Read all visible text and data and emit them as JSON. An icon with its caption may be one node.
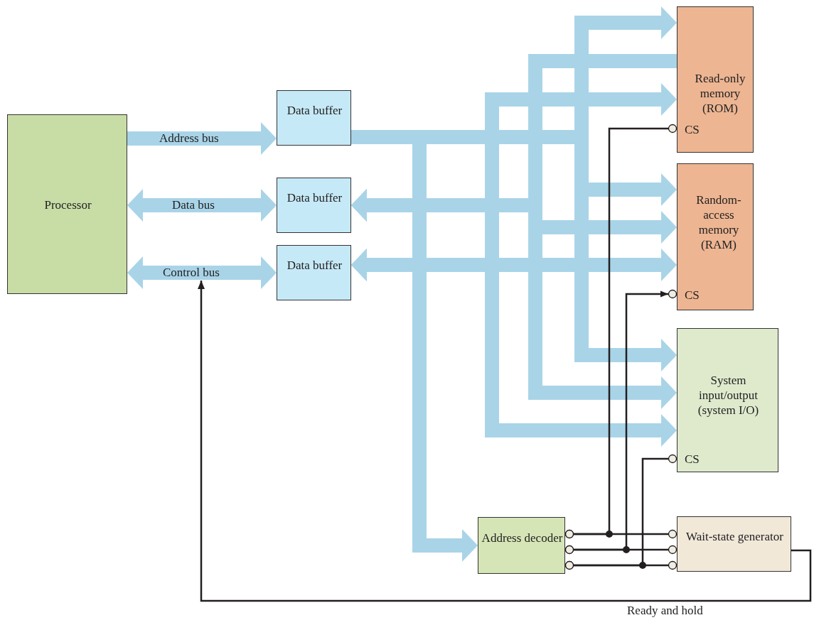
{
  "diagram": {
    "nodes": [
      {
        "text": [
          "Processor"
        ]
      },
      {
        "text": [
          "Data buffer"
        ]
      },
      {
        "text": [
          "Data buffer"
        ]
      },
      {
        "text": [
          "Data buffer"
        ]
      },
      {
        "text": [
          "Read-only memory (ROM)",
          "CS"
        ]
      },
      {
        "text": [
          "Random-access memory (RAM)",
          "CS"
        ]
      },
      {
        "text": [
          "System input/output (system I/O)",
          "CS"
        ]
      },
      {
        "text": [
          "Address decoder"
        ]
      },
      {
        "text": [
          "Wait-state generator"
        ]
      }
    ],
    "edges": [
      {
        "from": 0,
        "to": 1,
        "arrow": "to",
        "label": "Address bus"
      },
      {
        "from": 0,
        "to": 2,
        "arrow": "both",
        "label": "Data bus"
      },
      {
        "from": 0,
        "to": 3,
        "arrow": "both",
        "label": "Control bus"
      },
      {
        "from": 1,
        "to": 4,
        "arrow": "to"
      },
      {
        "from": 1,
        "to": 5,
        "arrow": "to"
      },
      {
        "from": 1,
        "to": 6,
        "arrow": "to"
      },
      {
        "from": 1,
        "to": 7,
        "arrow": "to"
      },
      {
        "from": 4,
        "to": 2,
        "arrow": "to"
      },
      {
        "from": 2,
        "to": 5,
        "arrow": "both"
      },
      {
        "from": 2,
        "to": 6,
        "arrow": "both"
      },
      {
        "from": 3,
        "to": 4,
        "arrow": "both"
      },
      {
        "from": 3,
        "to": 5,
        "arrow": "both"
      },
      {
        "from": 3,
        "to": 6,
        "arrow": "both"
      },
      {
        "from": 7,
        "to": 8,
        "arrow": "other",
        "color": "#231f20"
      },
      {
        "from": 7,
        "to": 8,
        "arrow": "other",
        "color": "#231f20"
      },
      {
        "from": 7,
        "to": 8,
        "arrow": "other",
        "color": "#231f20"
      },
      {
        "from": 7,
        "to": 4,
        "arrow": "other",
        "color": "#231f20"
      },
      {
        "from": 7,
        "to": 5,
        "arrow": "to",
        "color": "#231f20"
      },
      {
        "from": 7,
        "to": 6,
        "arrow": "other",
        "color": "#231f20"
      },
      {
        "from": 8,
        "to": null,
        "arrow": "to",
        "label": "Ready and hold",
        "color": "#231f20"
      }
    ]
  }
}
